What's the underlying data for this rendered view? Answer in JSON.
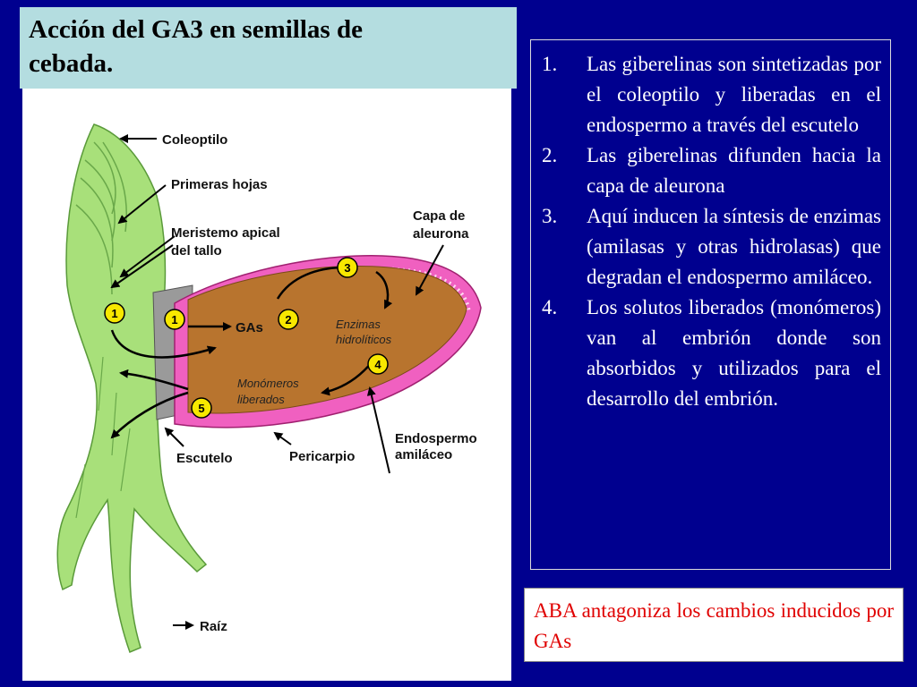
{
  "title": {
    "line1": "Acción del GA3 en semillas de",
    "line2": "cebada."
  },
  "figure": {
    "labels": {
      "coleoptilo": "Coleoptilo",
      "primeras_hojas": "Primeras hojas",
      "meristemo_1": "Meristemo apical",
      "meristemo_2": "del tallo",
      "capa_1": "Capa de",
      "capa_2": "aleurona",
      "gas": "GAs",
      "enzimas_1": "Enzimas",
      "enzimas_2": "hidrolíticos",
      "monomeros_1": "Monómeros",
      "monomeros_2": "liberados",
      "endospermo_1": "Endospermo",
      "endospermo_2": "amiláceo",
      "escutelo": "Escutelo",
      "pericarpio": "Pericarpio",
      "raiz": "Raíz"
    },
    "step_markers": [
      "1",
      "1",
      "2",
      "3",
      "4",
      "5"
    ]
  },
  "steps": [
    {
      "n": "1.",
      "text": "Las giberelinas son sintetizadas por el coleoptilo y liberadas en el endospermo a través del escutelo"
    },
    {
      "n": "2.",
      "text": "Las giberelinas difunden hacia la capa de aleurona"
    },
    {
      "n": "3.",
      "text": "Aquí inducen la síntesis de enzimas (amilasas y otras hidrolasas) que degradan el endospermo amiláceo."
    },
    {
      "n": "4.",
      "text": "Los solutos liberados (monómeros) van al embrión donde son absorbidos y utilizados para el desarrollo del embrión."
    }
  ],
  "note": "ABA antagoniza los cambios inducidos por GAs",
  "colors": {
    "background": "#00008f",
    "title_box": "#b4dde0",
    "note_text": "#e00000",
    "seedling": "#a8e07a",
    "endosperm": "#b8742e",
    "aleurone": "#f060c0",
    "marker": "#f8e800"
  }
}
